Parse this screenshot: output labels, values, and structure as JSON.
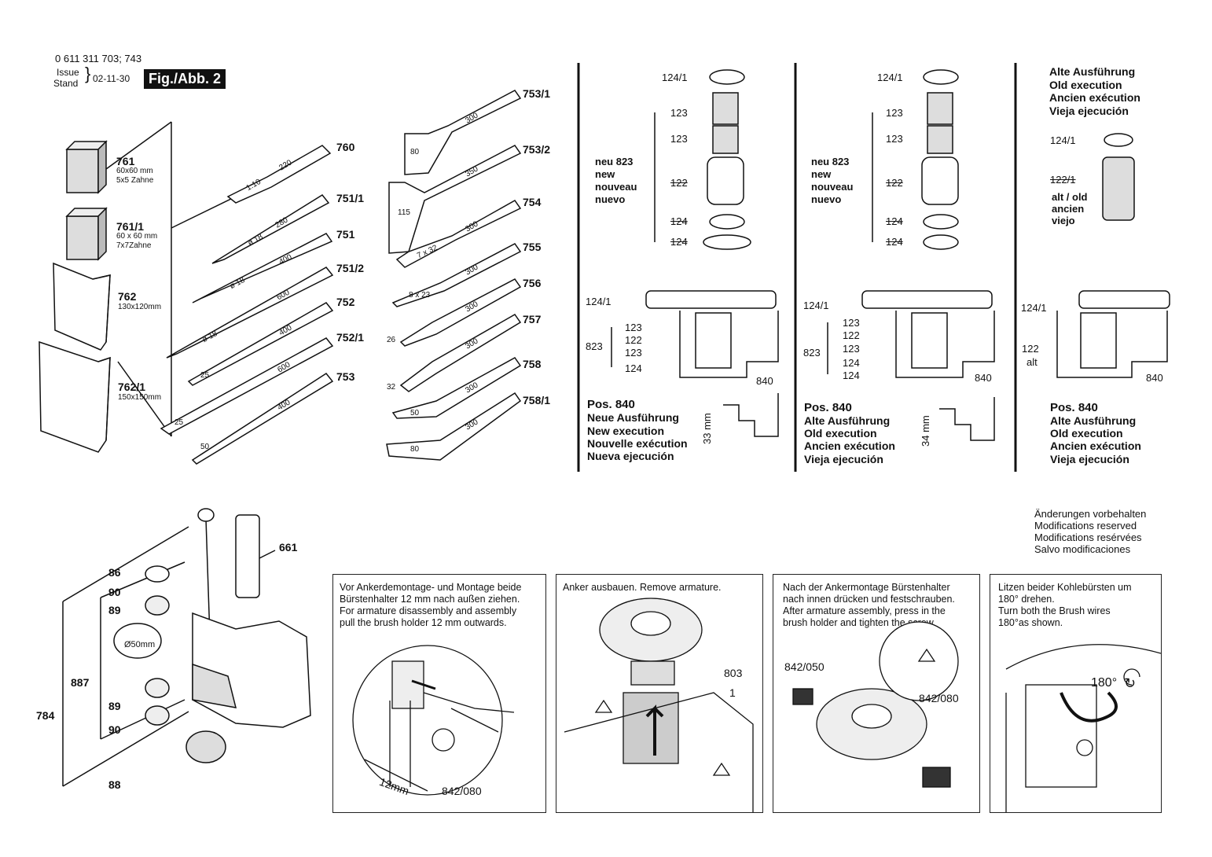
{
  "header": {
    "part_numbers": "0 611 311 703; 743",
    "issue_label": "Issue",
    "stand_label": "Stand",
    "date": "02-11-30",
    "figure": "Fig./Abb. 2"
  },
  "accessories": [
    {
      "id": "761",
      "spec1": "60x60 mm",
      "spec2": "5x5 Zahne"
    },
    {
      "id": "761/1",
      "spec1": "60 x 60 mm",
      "spec2": "7x7Zahne"
    },
    {
      "id": "762",
      "spec1": "130x120mm"
    },
    {
      "id": "762/1",
      "spec1": "150x150mm"
    }
  ],
  "tools_left": [
    {
      "id": "760",
      "length": "220",
      "dim": "1:10"
    },
    {
      "id": "751/1",
      "length": "280",
      "dim": "ø 18"
    },
    {
      "id": "751",
      "length": "400",
      "dim": "ø 18"
    },
    {
      "id": "751/2",
      "length": "600",
      "dim": "ø 18"
    },
    {
      "id": "752",
      "length": "400",
      "dim": "25"
    },
    {
      "id": "752/1",
      "length": "600",
      "dim": "25"
    },
    {
      "id": "753",
      "length": "400",
      "dim": "50"
    }
  ],
  "tools_right": [
    {
      "id": "753/1",
      "length": "300",
      "dim": "80"
    },
    {
      "id": "753/2",
      "length": "350",
      "dim": "115"
    },
    {
      "id": "754",
      "length": "300",
      "dim": "7 x 32"
    },
    {
      "id": "755",
      "length": "300",
      "dim": "8 x 23"
    },
    {
      "id": "756",
      "length": "300",
      "dim": "26"
    },
    {
      "id": "757",
      "length": "300",
      "dim": "32"
    },
    {
      "id": "758",
      "length": "300",
      "dim": "50"
    },
    {
      "id": "758/1",
      "length": "300",
      "dim": "80"
    }
  ],
  "panels": {
    "new": {
      "labels": [
        "124/1",
        "123",
        "123",
        "122",
        "124",
        "124"
      ],
      "group_label": "neu 823",
      "group_lines": [
        "new",
        "nouveau",
        "nuevo"
      ],
      "section_labels": [
        "124/1",
        "123",
        "122",
        "123",
        "124"
      ],
      "section_group": "823",
      "pos_label": "840",
      "dim": "33 mm",
      "pos_title": "Pos. 840",
      "pos_lines": [
        "Neue Ausführung",
        "New execution",
        "Nouvelle exécution",
        "Nueva ejecución"
      ]
    },
    "old": {
      "labels": [
        "124/1",
        "123",
        "123",
        "122",
        "124",
        "124"
      ],
      "group_label": "neu 823",
      "group_lines": [
        "new",
        "nouveau",
        "nuevo"
      ],
      "section_labels": [
        "124/1",
        "123",
        "122",
        "123",
        "124",
        "124"
      ],
      "section_group": "823",
      "pos_label": "840",
      "dim": "34 mm",
      "pos_title": "Pos. 840",
      "pos_lines": [
        "Alte Ausführung",
        "Old execution",
        "Ancien exécution",
        "Vieja ejecución"
      ]
    },
    "legacy": {
      "title_lines": [
        "Alte Ausführung",
        "Old execution",
        "Ancien exécution",
        "Vieja ejecución"
      ],
      "label_a": "124/1",
      "label_b": "122/1",
      "alt_lines": [
        "alt / old",
        "ancien",
        "viejo"
      ],
      "section_a": "124/1",
      "section_b": "122",
      "section_c": "alt",
      "pos_label": "840",
      "pos_title": "Pos. 840",
      "pos_lines": [
        "Alte Ausführung",
        "Old execution",
        "Ancien exécution",
        "Vieja ejecución"
      ]
    }
  },
  "reservation": [
    "Änderungen vorbehalten",
    "Modifications reserved",
    "Modifications resérvées",
    "Salvo modificaciones"
  ],
  "handle": {
    "labels": {
      "l86": "86",
      "l90a": "90",
      "l89a": "89",
      "l887": "887",
      "l89b": "89",
      "l90b": "90",
      "l784": "784",
      "l88": "88",
      "l661": "661",
      "dia": "Ø50mm"
    }
  },
  "instructions": [
    {
      "lines": [
        "Vor Ankerdemontage- und Montage beide",
        "Bürstenhalter 12 mm nach außen ziehen.",
        "For armature disassembly and assembly",
        "pull the brush holder 12 mm outwards."
      ],
      "callouts": [
        "12mm",
        "842/080"
      ]
    },
    {
      "lines": [
        "Anker ausbauen. Remove armature."
      ],
      "callouts": [
        "803",
        "1"
      ]
    },
    {
      "lines": [
        "Nach der Ankermontage Bürstenhalter",
        "nach innen drücken und festschrauben.",
        "After armature assembly, press in the",
        "brush holder and tighten the screw."
      ],
      "callouts": [
        "842/050",
        "842/080"
      ]
    },
    {
      "lines": [
        "Litzen beider Kohlebürsten um",
        "180° drehen.",
        "Turn both the Brush wires",
        "180°as shown."
      ],
      "callouts": [
        "180°"
      ]
    }
  ]
}
